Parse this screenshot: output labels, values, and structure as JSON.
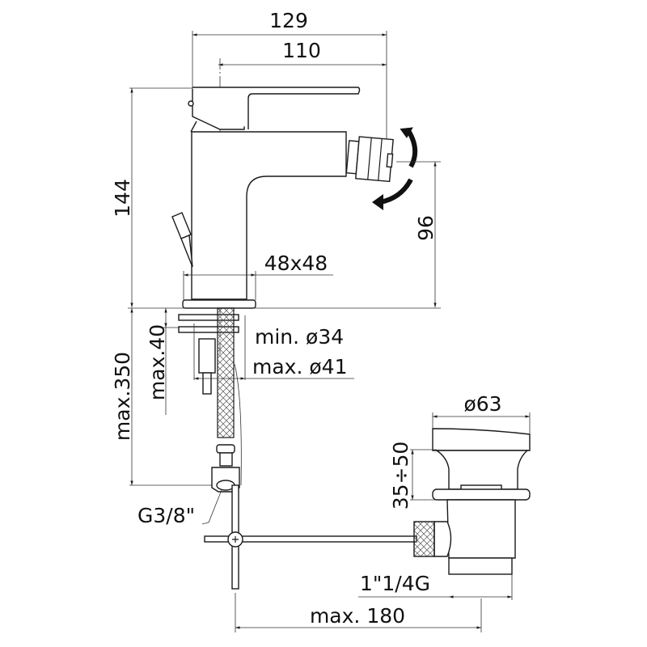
{
  "title": "Bidet mixer dimensional drawing",
  "dimensions": {
    "overall_depth": "129",
    "spout_reach": "110",
    "overall_height": "144",
    "spout_height": "96",
    "base_size": "48x48",
    "hole_min": "min. ø34",
    "hole_max": "max. ø41",
    "max_deck": "max.40",
    "hose_length": "max.350",
    "hose_thread": "G3/8\"",
    "drain_diameter": "ø63",
    "drain_lift": "35÷50",
    "drain_thread": "1\"1/4G",
    "rod_length": "max. 180"
  },
  "colors": {
    "line": "#1a1a1a",
    "background": "#ffffff"
  }
}
